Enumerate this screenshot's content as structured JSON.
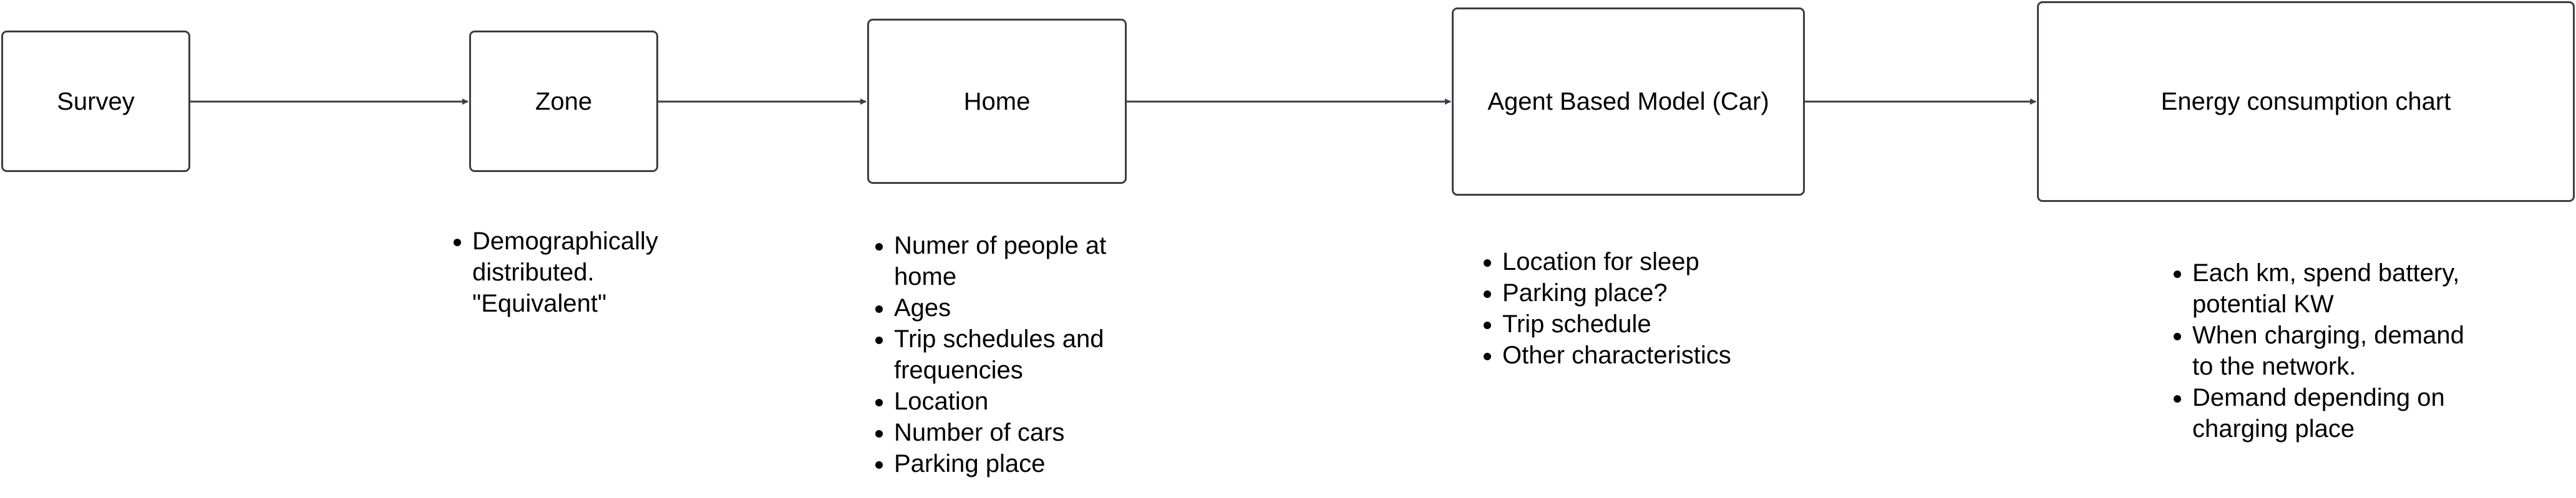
{
  "diagram": {
    "nodes": [
      {
        "id": "survey",
        "label": "Survey",
        "notes": []
      },
      {
        "id": "zone",
        "label": "Zone",
        "notes": [
          "Demographically distributed. \"Equivalent\""
        ]
      },
      {
        "id": "home",
        "label": "Home",
        "notes": [
          "Numer of people at home",
          "Ages",
          "Trip schedules and frequencies",
          "Location",
          "Number of cars",
          "Parking place"
        ]
      },
      {
        "id": "abm",
        "label": "Agent Based Model (Car)",
        "notes": [
          "Location for sleep",
          "Parking place?",
          "Trip schedule",
          "Other characteristics"
        ]
      },
      {
        "id": "energy",
        "label": "Energy consumption chart",
        "notes": [
          "Each km, spend battery, potential KW",
          "When charging, demand to the network.",
          "Demand depending on charging place"
        ]
      }
    ],
    "edges": [
      {
        "from": "survey",
        "to": "zone"
      },
      {
        "from": "zone",
        "to": "home"
      },
      {
        "from": "home",
        "to": "abm"
      },
      {
        "from": "abm",
        "to": "energy"
      }
    ],
    "colors": {
      "stroke": "#3a3d45",
      "fill": "#ffffff",
      "text": "#000000"
    }
  }
}
